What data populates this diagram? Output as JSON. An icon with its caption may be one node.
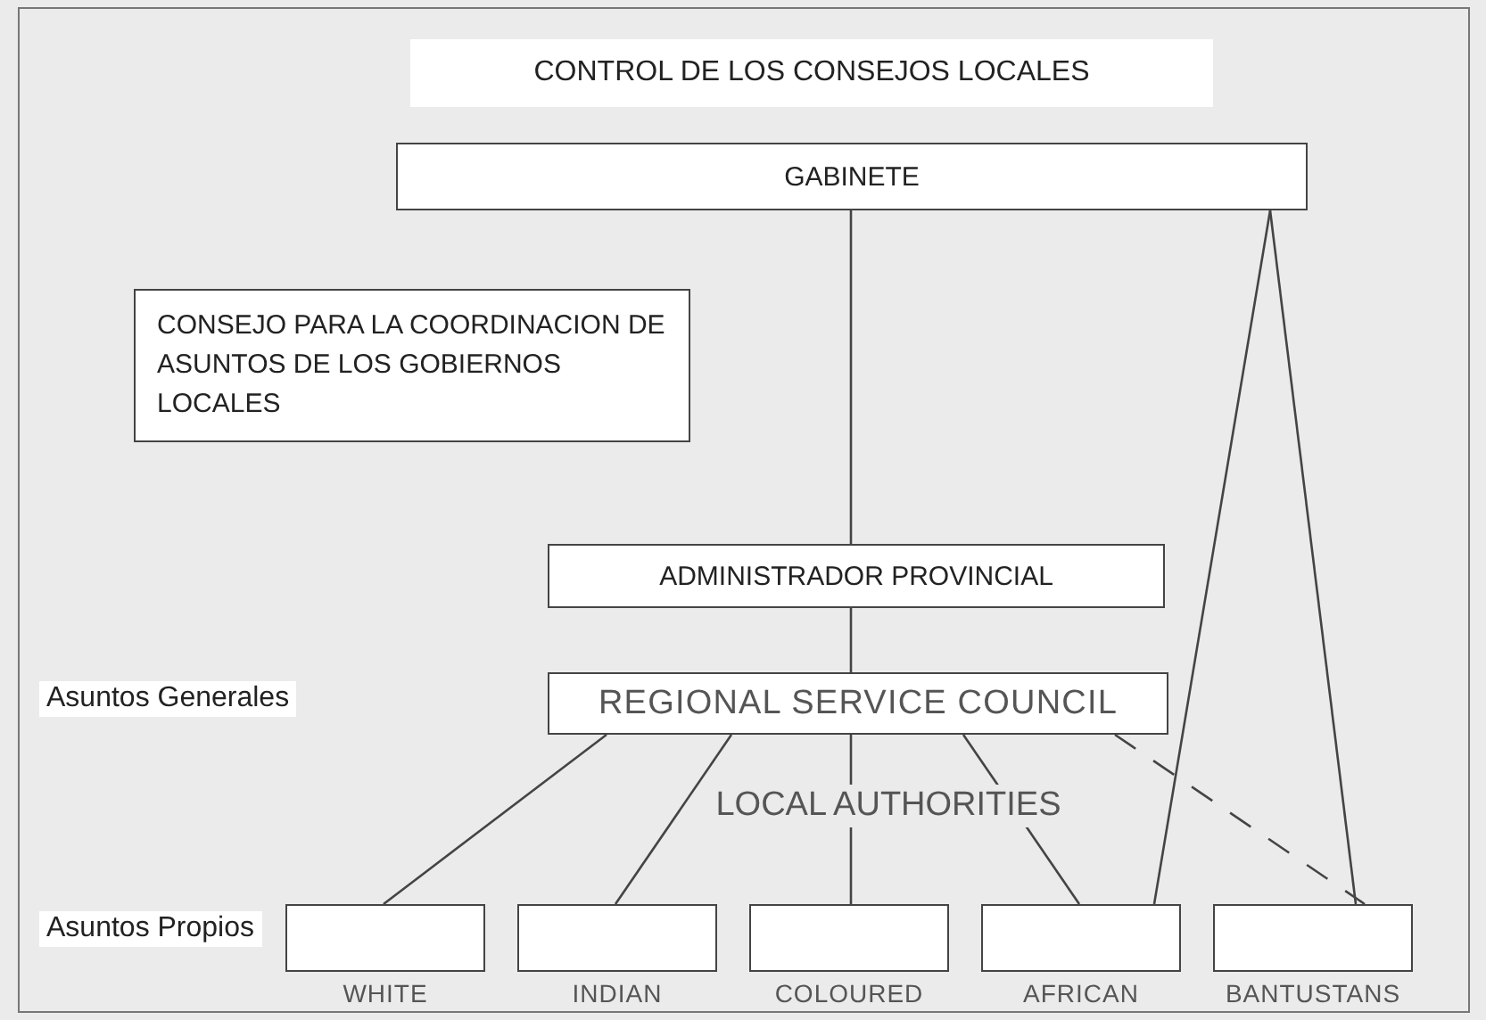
{
  "diagram": {
    "title": "CONTROL DE LOS CONSEJOS LOCALES",
    "nodes": [
      {
        "text": [
          "GABINETE"
        ]
      },
      {
        "text": [
          "CONSEJO PARA LA COORDINACION DE ASUNTOS DE LOS GOBIERNOS LOCALES"
        ]
      },
      {
        "text": [
          "ADMINISTRADOR PROVINCIAL"
        ]
      },
      {
        "text": [
          "REGIONAL SERVICE COUNCIL"
        ]
      },
      {
        "text": [],
        "shape": "box",
        "beside": [
          "WHITE"
        ]
      },
      {
        "text": [],
        "shape": "box",
        "beside": [
          "INDIAN"
        ]
      },
      {
        "text": [],
        "shape": "box",
        "beside": [
          "COLOURED"
        ]
      },
      {
        "text": [],
        "shape": "box",
        "beside": [
          "AFRICAN"
        ]
      },
      {
        "text": [],
        "shape": "box",
        "beside": [
          "BANTUSTANS"
        ]
      }
    ],
    "edges": [
      {
        "from": 0,
        "to": 2,
        "arrow": "none"
      },
      {
        "from": 2,
        "to": 3,
        "arrow": "none"
      },
      {
        "from": 3,
        "to": 4,
        "arrow": "none"
      },
      {
        "from": 3,
        "to": 5,
        "arrow": "none"
      },
      {
        "from": 3,
        "to": 6,
        "arrow": "none"
      },
      {
        "from": 3,
        "to": 7,
        "arrow": "none"
      },
      {
        "from": 3,
        "to": 8,
        "arrow": "none",
        "style": "dashed"
      },
      {
        "from": 0,
        "to": 7,
        "arrow": "none"
      },
      {
        "from": 0,
        "to": 8,
        "arrow": "none"
      }
    ],
    "labels": [
      "Asuntos Generales",
      "LOCAL AUTHORITIES",
      "Asuntos Propios"
    ]
  }
}
